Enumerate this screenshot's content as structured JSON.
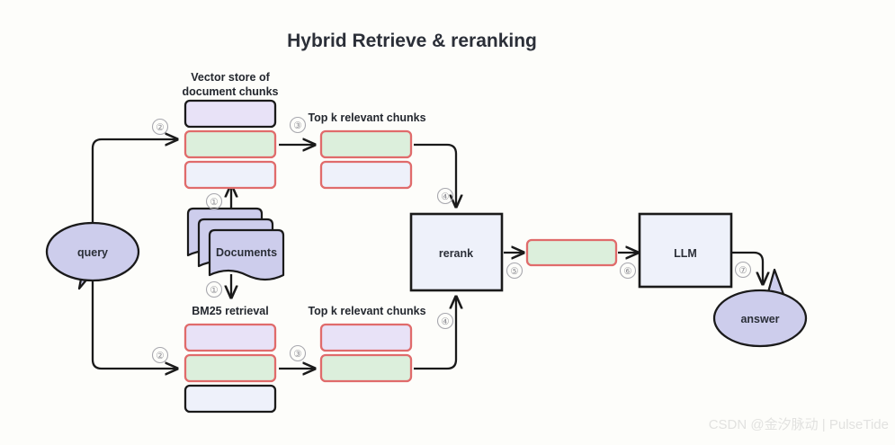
{
  "title": "Hybrid Retrieve & reranking",
  "background_color": "#fdfdfa",
  "colors": {
    "lavender_fill": "#e8e2f7",
    "green_fill": "#dcefdc",
    "bluewhite_fill": "#eef1fa",
    "red_border": "#e06b6b",
    "dark_border": "#1a1a1a",
    "bubble_fill": "#cdcdec",
    "text": "#2b2f38",
    "step_number": "#8d8d93",
    "watermark": "#e2e2e0"
  },
  "labels": {
    "vector_store": "Vector store of\ndocument chunks",
    "vector_store_line1": "Vector store of",
    "vector_store_line2": "document chunks",
    "topk_top": "Top k relevant chunks",
    "bm25": "BM25 retrieval",
    "topk_bottom": "Top k relevant chunks"
  },
  "nodes": {
    "query": "query",
    "documents": "Documents",
    "rerank": "rerank",
    "llm": "LLM",
    "answer": "answer"
  },
  "steps": {
    "s1a": "①",
    "s1b": "①",
    "s2a": "②",
    "s2b": "②",
    "s3a": "③",
    "s3b": "③",
    "s4a": "④",
    "s4b": "④",
    "s5": "⑤",
    "s6": "⑥",
    "s7": "⑦"
  },
  "chunk_groups": {
    "vector_store": [
      {
        "fill": "lavender",
        "border": "dark"
      },
      {
        "fill": "green",
        "border": "red"
      },
      {
        "fill": "bluewhite",
        "border": "red"
      }
    ],
    "topk_top": [
      {
        "fill": "green",
        "border": "red"
      },
      {
        "fill": "bluewhite",
        "border": "red"
      }
    ],
    "bm25": [
      {
        "fill": "lavender",
        "border": "red"
      },
      {
        "fill": "green",
        "border": "red"
      },
      {
        "fill": "bluewhite",
        "border": "dark"
      }
    ],
    "topk_bottom": [
      {
        "fill": "lavender",
        "border": "red"
      },
      {
        "fill": "green",
        "border": "red"
      }
    ],
    "rerank_output": [
      {
        "fill": "green",
        "border": "red"
      }
    ]
  },
  "watermark": "CSDN @金汐脉动 | PulseTide"
}
